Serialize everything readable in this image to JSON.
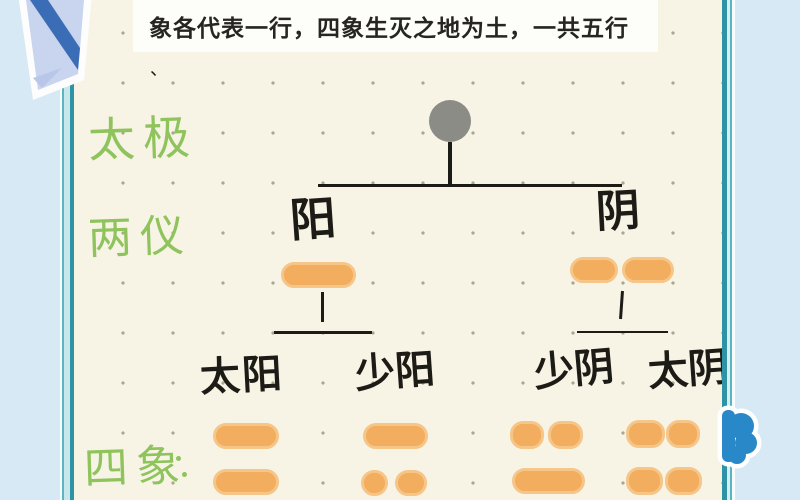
{
  "header": {
    "text": "象各代表一行，四象生灭之地为土，一共五行",
    "tick": "、"
  },
  "stage_labels": {
    "taiji": "太极",
    "liangyi": "两仪",
    "sixiang": "四象"
  },
  "tree": {
    "root": "taiji-circle",
    "level1": {
      "yang": "阳",
      "yin": "阴"
    },
    "level2": {
      "taiyang": "太阳",
      "shaoyang": "少阳",
      "shaoyin": "少阴",
      "taiyin": "太阴"
    },
    "yao_lines": {
      "yang": [
        "solid"
      ],
      "yin": [
        "broken"
      ],
      "taiyang": [
        "solid",
        "solid"
      ],
      "shaoyang": [
        "solid",
        "broken"
      ],
      "shaoyin": [
        "broken",
        "solid"
      ],
      "taiyin": [
        "broken",
        "broken"
      ]
    }
  },
  "colors": {
    "page_background": "#d7e9f4",
    "card_background": "#f7f4e6",
    "bar_orange": "#f2ad5e",
    "bar_orange_edge": "#f6c588",
    "label_green": "#8fc35c",
    "ink_black": "#1d1b16",
    "circle_gray": "#8c8c86",
    "frame_teal": "#2e93a4",
    "clover_blue": "#2988c8"
  }
}
